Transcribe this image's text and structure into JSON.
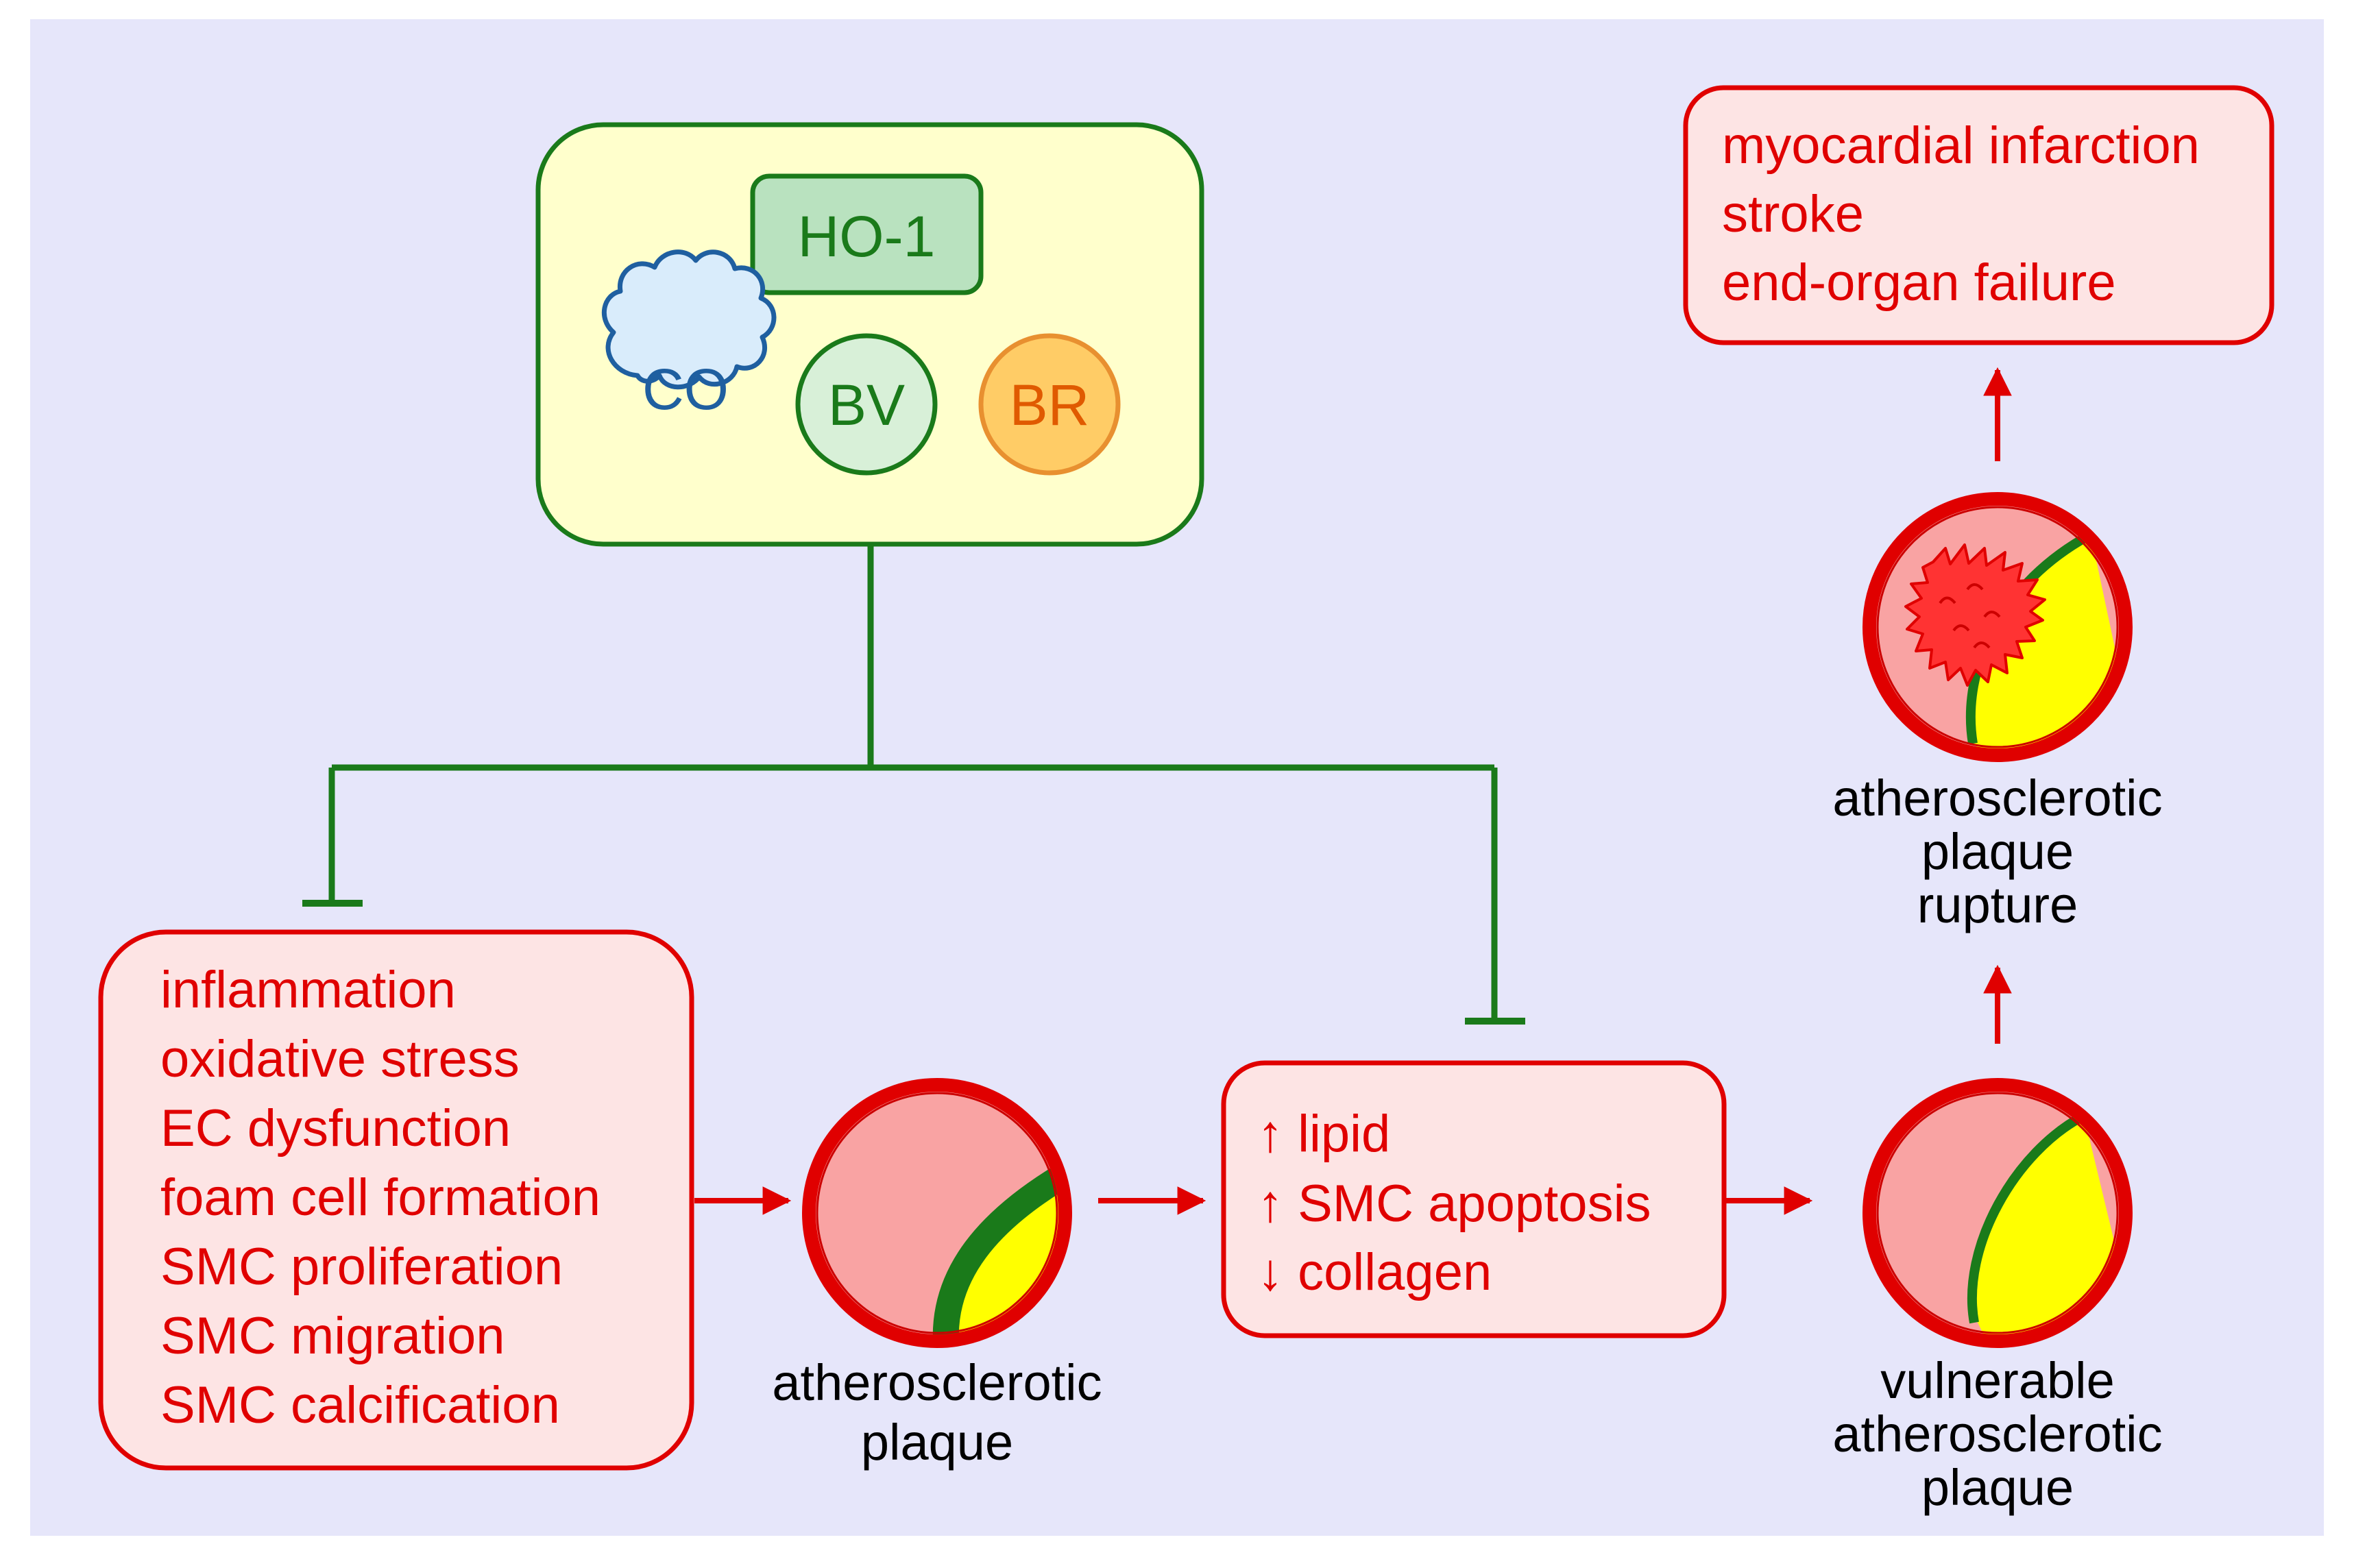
{
  "colors": {
    "panel_bg": "#e6e6fa",
    "green": "#1a7a1a",
    "red": "#e00000",
    "dark_red": "#cc0000",
    "pink_fill": "#fde4e4",
    "pink_stroke": "#e00000",
    "lumen_pink": "#f9a3a3",
    "plaque_yellow": "#ffff00",
    "yellow_box": "#ffffcc",
    "co_blue": "#1f5fa0",
    "co_fill": "#d9ecfb",
    "bv_fill": "#d8f0d8",
    "br_fill": "#ffcc66",
    "br_text": "#e05a00",
    "ho_fill": "#b9e2bf",
    "black": "#000000"
  },
  "heme_box": {
    "enzyme": "HO-1",
    "products": [
      "CO",
      "BV",
      "BR"
    ]
  },
  "risk_factors": {
    "items": [
      "inflammation",
      "oxidative stress",
      "EC dysfunction",
      "foam cell formation",
      "SMC proliferation",
      "SMC migration",
      "SMC calcification"
    ]
  },
  "changes": {
    "items": [
      "↑ lipid",
      "↑ SMC apoptosis",
      "↓ collagen"
    ]
  },
  "outcomes": {
    "items": [
      "myocardial infarction",
      "stroke",
      "end-organ failure"
    ]
  },
  "labels": {
    "plaque": [
      "atherosclerotic",
      "plaque"
    ],
    "vulnerable": [
      "vulnerable",
      "atherosclerotic",
      "plaque"
    ],
    "rupture": [
      "atherosclerotic",
      "plaque",
      "rupture"
    ]
  }
}
